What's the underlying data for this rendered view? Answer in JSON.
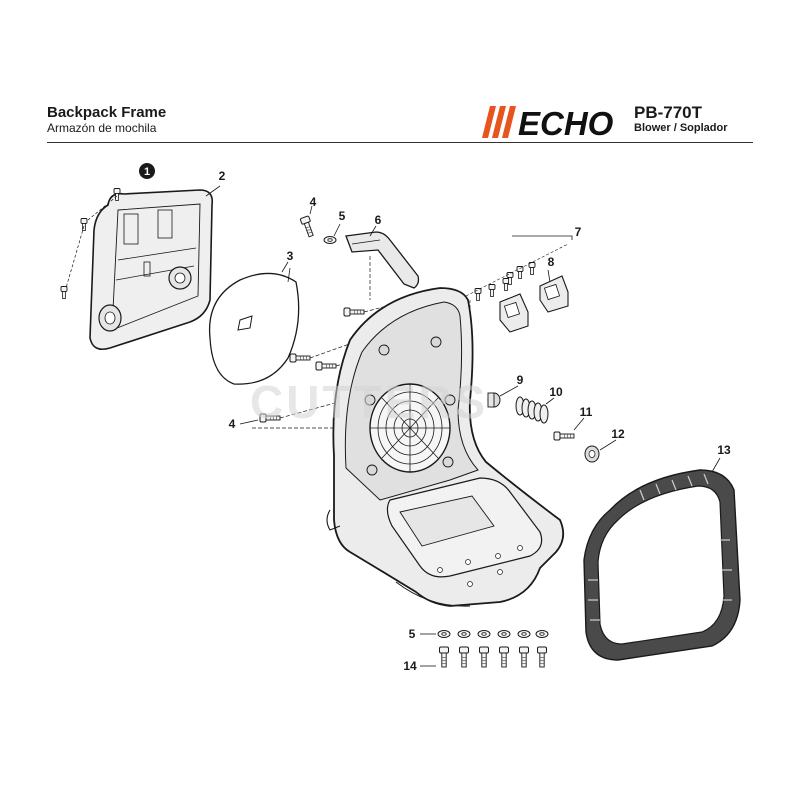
{
  "header": {
    "title": "Backpack Frame",
    "subtitle": "Armazón de mochila",
    "brand": "ECHO",
    "model": "PB-770T",
    "model_subtitle": "Blower / Soplador"
  },
  "colors": {
    "brand_accent": "#e8541e",
    "line": "#1a1a1a",
    "part_fill": "#ededed"
  },
  "watermark": "CUTTERS",
  "callouts": {
    "c1": "1",
    "c2": "2",
    "c3": "3",
    "c4a": "4",
    "c4b": "4",
    "c5a": "5",
    "c5b": "5",
    "c6": "6",
    "c7": "7",
    "c8": "8",
    "c9": "9",
    "c10": "10",
    "c11": "11",
    "c12": "12",
    "c13": "13",
    "c14": "14"
  }
}
